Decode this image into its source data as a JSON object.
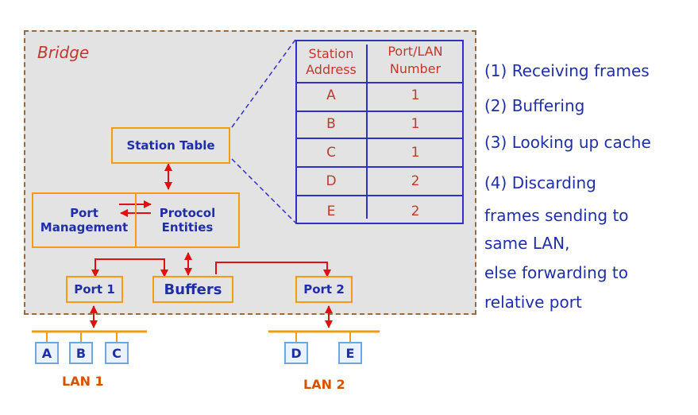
{
  "bridge": {
    "label": "Bridge"
  },
  "station_table": {
    "box_label": "Station Table",
    "header_col1_line1": "Station",
    "header_col1_line2": "Address",
    "header_col2_line1": "Port/LAN",
    "header_col2_line2": "Number",
    "rows": [
      {
        "address": "A",
        "port": "1"
      },
      {
        "address": "B",
        "port": "1"
      },
      {
        "address": "C",
        "port": "1"
      },
      {
        "address": "D",
        "port": "2"
      },
      {
        "address": "E",
        "port": "2"
      }
    ]
  },
  "components": {
    "port_management_line1": "Port",
    "port_management_line2": "Management",
    "protocol_line1": "Protocol",
    "protocol_line2": "Entities",
    "port1": "Port 1",
    "buffers": "Buffers",
    "port2": "Port 2"
  },
  "lans": [
    {
      "label": "LAN 1",
      "stations": [
        "A",
        "B",
        "C"
      ]
    },
    {
      "label": "LAN 2",
      "stations": [
        "D",
        "E"
      ]
    }
  ],
  "steps": [
    "(1) Receiving frames",
    "(2) Buffering",
    "(3) Looking up cache",
    "(4) Discarding",
    "frames sending to",
    "same LAN,",
    "else forwarding to",
    "relative port"
  ],
  "colors": {
    "accent_red": "#e01010",
    "box_orange": "#f39c12",
    "text_blue": "#1f2fa8",
    "table_blue": "#3030c8"
  }
}
